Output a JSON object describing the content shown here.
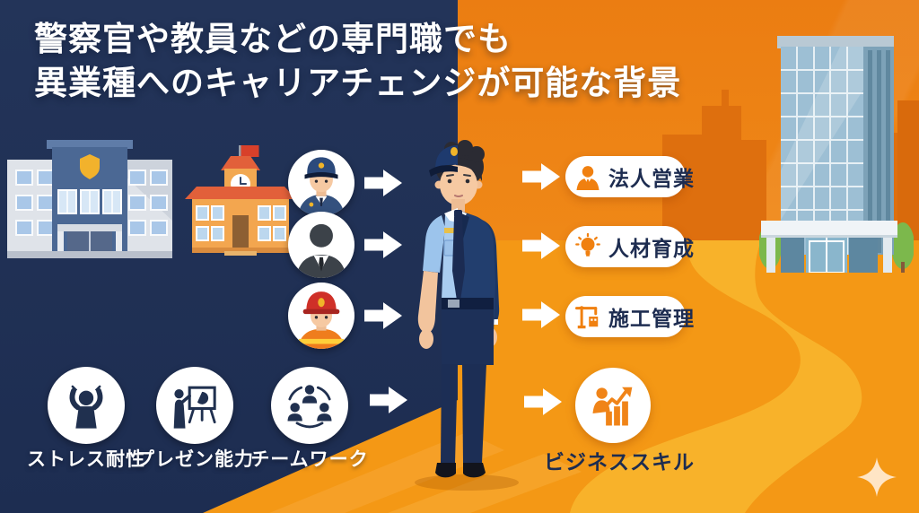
{
  "title": {
    "line1": "警察官や教員などの専門職でも",
    "line2": "異業種へのキャリアチェンジが可能な背景"
  },
  "source_professions": [
    {
      "icon": "police-officer-avatar"
    },
    {
      "icon": "business-person-avatar"
    },
    {
      "icon": "firefighter-avatar"
    }
  ],
  "career_paths": [
    {
      "label": "法人営業",
      "icon": "corporate-person-icon"
    },
    {
      "label": "人材育成",
      "icon": "lightbulb-icon"
    },
    {
      "label": "施工管理",
      "icon": "construction-crane-icon"
    }
  ],
  "transferable_skills": [
    {
      "label": "ストレス耐性",
      "icon": "stress-person-icon"
    },
    {
      "label": "プレゼン能力",
      "icon": "presentation-icon"
    },
    {
      "label": "チームワーク",
      "icon": "teamwork-icon"
    }
  ],
  "outcome": {
    "label": "ビジネススキル",
    "icon": "growth-chart-person-icon"
  },
  "scene": {
    "left_illustrations": [
      "police-station",
      "school"
    ],
    "right_illustration": "office-building",
    "center_illustration": "police-officer-to-businessman-split-character",
    "motif": "winding-road",
    "watermark": "sparkle"
  },
  "colors": {
    "navy": "#1f3055",
    "orange": "#ef8314",
    "orange_dark_skyline": "#de6f0e",
    "orange_ground": "#f49815",
    "road_yellow": "#f7b42c",
    "pill_text": "#1d2c50",
    "accent_gold": "#f0b429",
    "white": "#ffffff"
  }
}
